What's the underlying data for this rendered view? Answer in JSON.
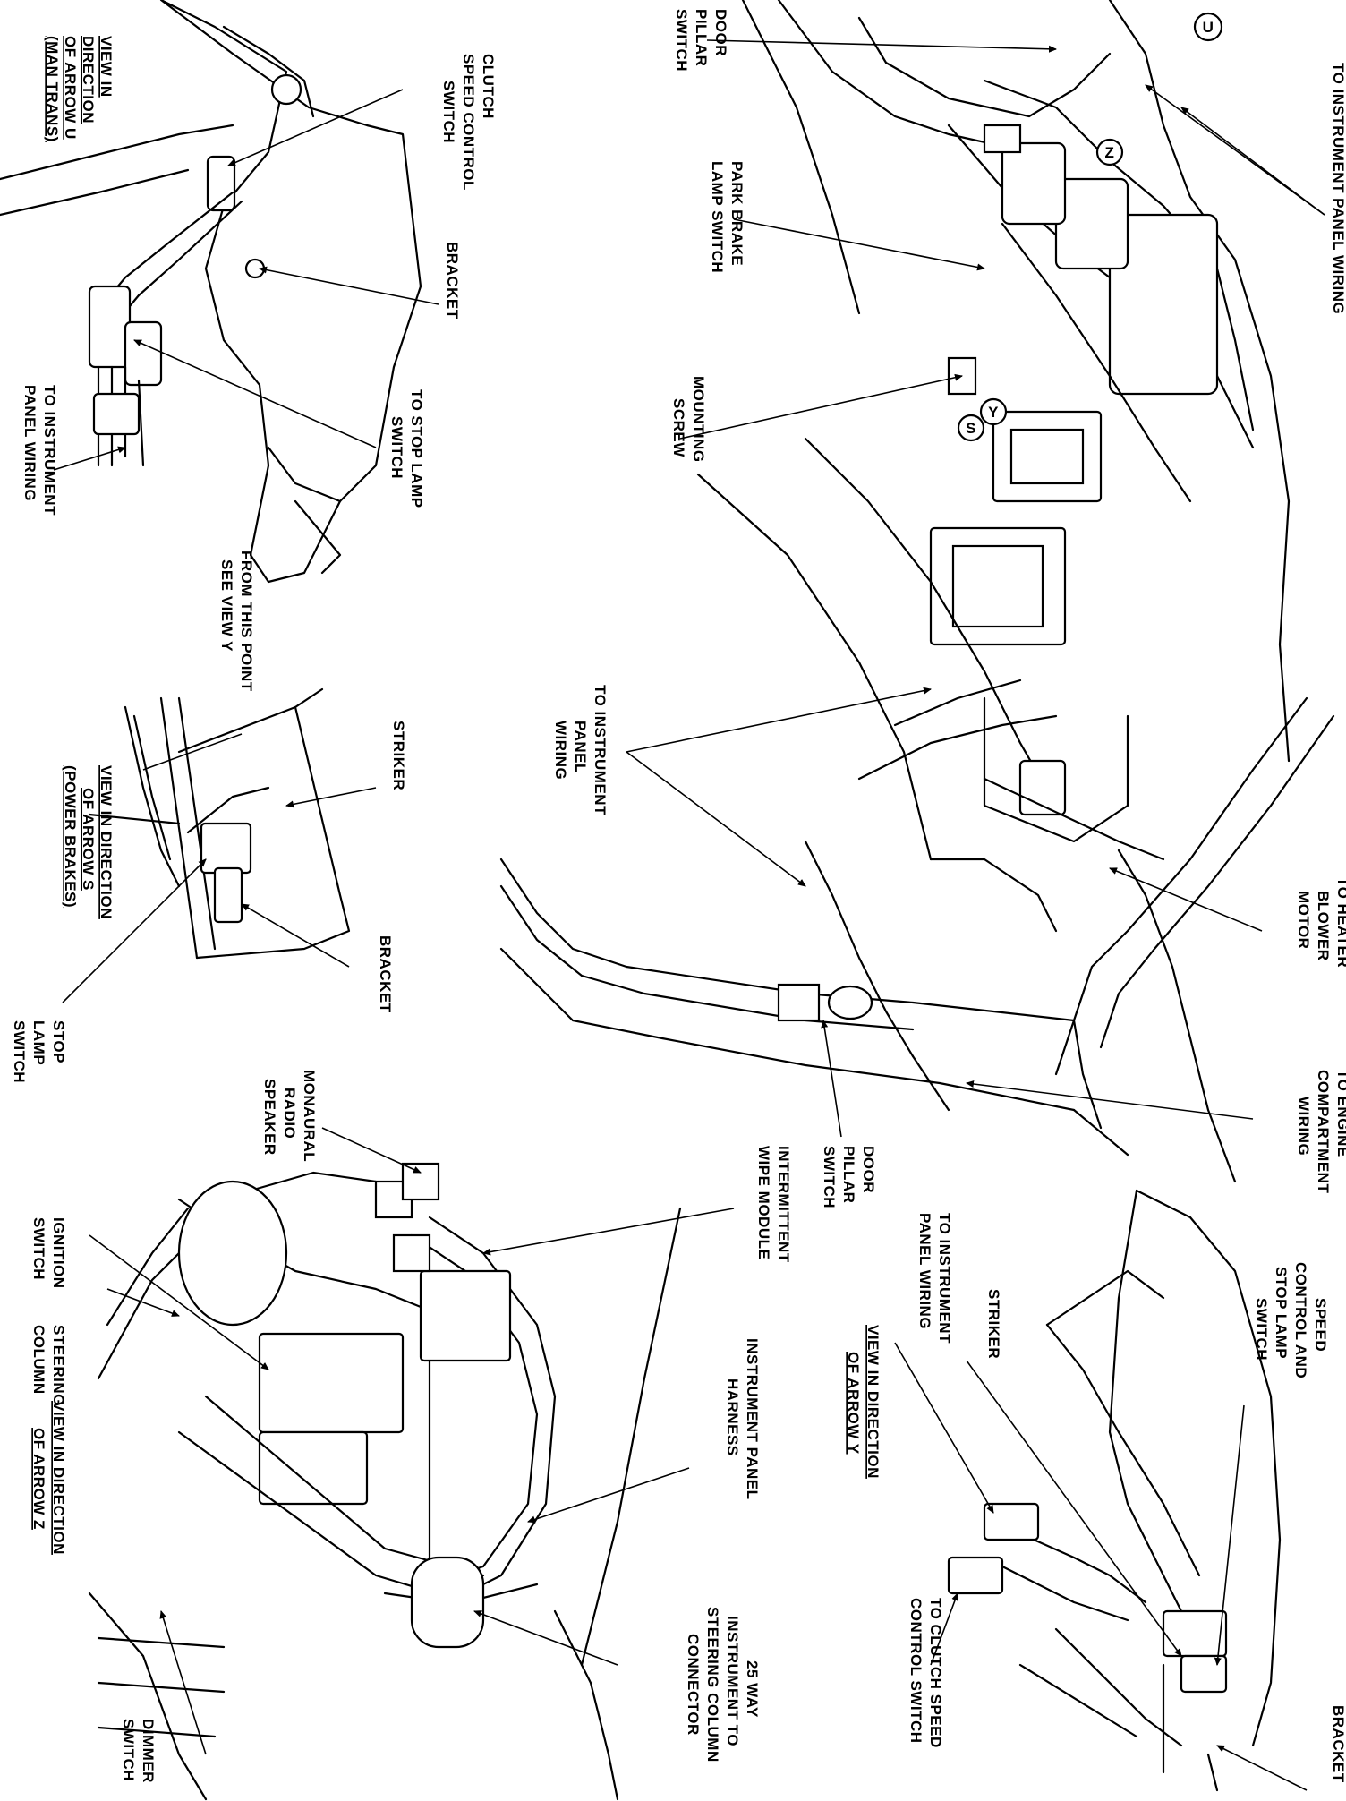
{
  "labels": {
    "view_u": [
      "VIEW IN",
      "DIRECTION",
      "OF ARROW U",
      "(MAN TRANS)"
    ],
    "clutch_speed_control_switch": [
      "CLUTCH",
      "SPEED CONTROL",
      "SWITCH"
    ],
    "bracket_u": "BRACKET",
    "to_stop_lamp_switch": [
      "TO STOP LAMP",
      "SWITCH"
    ],
    "to_ip_wiring_u": [
      "TO INSTRUMENT",
      "PANEL WIRING"
    ],
    "door_pillar_switch_top": [
      "DOOR",
      "PILLAR",
      "SWITCH"
    ],
    "to_ip_wiring_top": "TO INSTRUMENT PANEL WIRING",
    "park_brake_lamp_switch": [
      "PARK BRAKE",
      "LAMP SWITCH"
    ],
    "mounting_screw": [
      "MOUNTING",
      "SCREW"
    ],
    "from_this_point": [
      "FROM THIS POINT",
      "SEE VIEW Y"
    ],
    "striker_s": "STRIKER",
    "view_s": [
      "VIEW IN DIRECTION",
      "OF ARROW S",
      "(POWER BRAKES)"
    ],
    "bracket_s": "BRACKET",
    "stop_lamp_switch": [
      "STOP",
      "LAMP",
      "SWITCH"
    ],
    "to_ip_wiring_mid": [
      "TO INSTRUMENT",
      "PANEL",
      "WIRING"
    ],
    "to_heater_blower_motor": [
      "TO HEATER",
      "BLOWER",
      "MOTOR"
    ],
    "to_engine_compartment_wiring": [
      "TO ENGINE",
      "COMPARTMENT",
      "WIRING"
    ],
    "door_pillar_switch_mid": [
      "DOOR",
      "PILLAR",
      "SWITCH"
    ],
    "monaural_radio_speaker": [
      "MONAURAL",
      "RADIO",
      "SPEAKER"
    ],
    "intermittent_wipe_module": [
      "INTERMITTENT",
      "WIPE MODULE"
    ],
    "ignition_switch": [
      "IGNITION",
      "SWITCH"
    ],
    "steering_column": [
      "STEERING",
      "COLUMN"
    ],
    "view_z": [
      "VIEW IN DIRECTION",
      "OF ARROW Z"
    ],
    "instrument_panel_harness": [
      "INSTRUMENT PANEL",
      "HARNESS"
    ],
    "connector_25way": [
      "25 WAY",
      "INSTRUMENT TO",
      "STEERING COLUMN",
      "CONNECTOR"
    ],
    "dimmer_switch": [
      "DIMMER",
      "SWITCH"
    ],
    "to_ip_wiring_y": [
      "TO INSTRUMENT",
      "PANEL WIRING"
    ],
    "striker_y": "STRIKER",
    "view_y": [
      "VIEW IN DIRECTION",
      "OF ARROW Y"
    ],
    "speed_control_stop_lamp_switch": [
      "SPEED",
      "CONTROL AND",
      "STOP LAMP",
      "SWITCH"
    ],
    "to_clutch_speed_control_switch": [
      "TO CLUTCH SPEED",
      "CONTROL SWITCH"
    ],
    "bracket_y": "BRACKET"
  },
  "arrow_letters": {
    "u": "U",
    "z": "Z",
    "y": "Y",
    "s": "S"
  }
}
